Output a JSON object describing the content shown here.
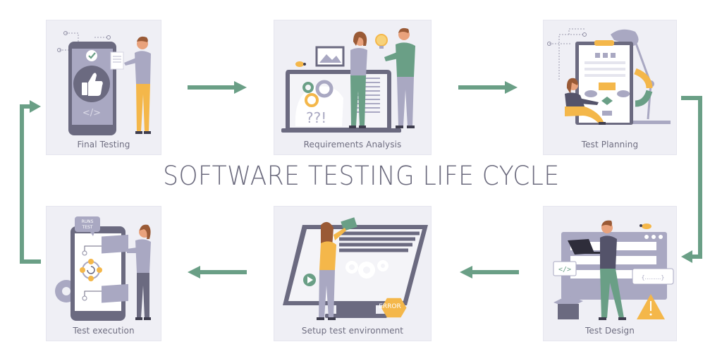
{
  "title": "SOFTWARE TESTING LIFE CYCLE",
  "colors": {
    "arrow": "#6a9f86",
    "card_bg": "#efeff5",
    "device_dark": "#6b6a80",
    "device_light": "#a9a8c2",
    "accent_yellow": "#f4b74a",
    "accent_green": "#6a9f86",
    "title_text": "#6c6b7e"
  },
  "stages": [
    {
      "id": "final-testing",
      "label": "Final Testing",
      "icons": [
        "phone-icon",
        "thumbs-up-icon",
        "checkmark-icon",
        "code-icon",
        "person-with-document"
      ]
    },
    {
      "id": "requirements-analysis",
      "label": "Requirements Analysis",
      "icons": [
        "laptop-icon",
        "gears-icon",
        "question-marks",
        "lightbulb-icon",
        "bug-icon",
        "image-frame-icon",
        "two-people"
      ]
    },
    {
      "id": "test-planning",
      "label": "Test Planning",
      "icons": [
        "clipboard-icon",
        "flowchart-icon",
        "desk-lamp-icon",
        "cycle-arrows-icon",
        "sitting-woman"
      ]
    },
    {
      "id": "test-design",
      "label": "Test Design",
      "icons": [
        "browser-window-icon",
        "code-icon",
        "warning-icon",
        "box-icon",
        "bug-icon",
        "person-with-laptop"
      ]
    },
    {
      "id": "setup-test-environment",
      "label": "Setup test environment",
      "icons": [
        "monitor-icon",
        "gears-icon",
        "play-icon",
        "envelope-icon",
        "error-hexagon"
      ],
      "badge": "ERROR"
    },
    {
      "id": "test-execution",
      "label": "Test execution",
      "icons": [
        "phone-icon",
        "cycle-icon",
        "gear-icon",
        "speech-bubble",
        "person-holding-cards"
      ],
      "badge": "RUNS TEST"
    }
  ],
  "flow": [
    "Final Testing",
    "Requirements Analysis",
    "Test Planning",
    "Test Design",
    "Setup test environment",
    "Test execution",
    "Final Testing"
  ]
}
